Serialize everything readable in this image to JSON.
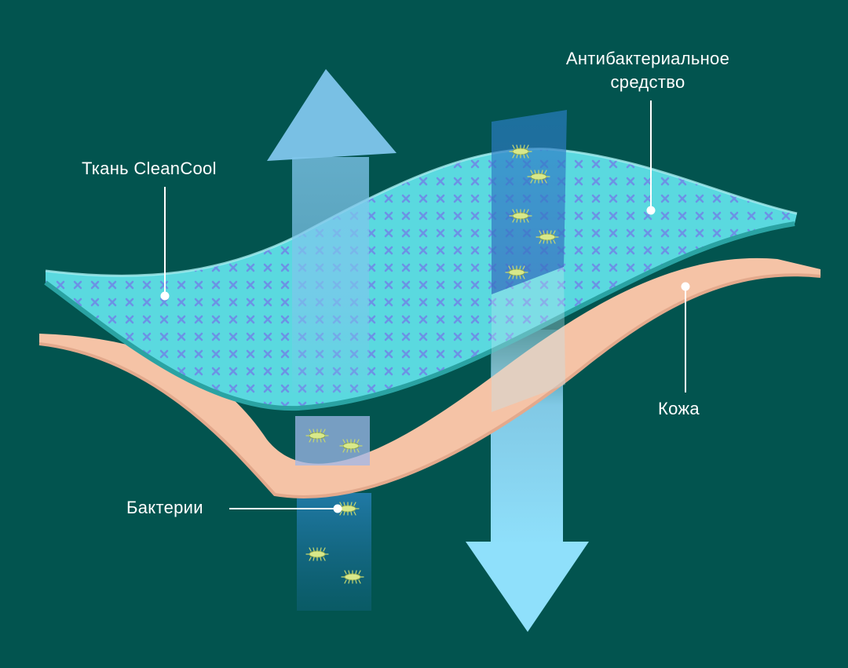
{
  "labels": {
    "fabric": "Ткань CleanCool",
    "antibacterial_line1": "Антибактериальное",
    "antibacterial_line2": "средство",
    "skin": "Кожа",
    "bacteria": "Бактерии"
  },
  "colors": {
    "background": "#02544f",
    "fabric_layer": "#5ad9df",
    "fabric_pattern": "#6f86e6",
    "skin_layer": "#f5c3a6",
    "arrow": "#7fc6ec",
    "bacteria_strip": "#1f6fa6",
    "bacterium": "#d8e88a",
    "label_text": "#ffffff"
  },
  "icons": {
    "up_arrow": "arrow-up-icon",
    "down_arrow": "arrow-down-icon",
    "bacterium": "bacterium-icon"
  }
}
